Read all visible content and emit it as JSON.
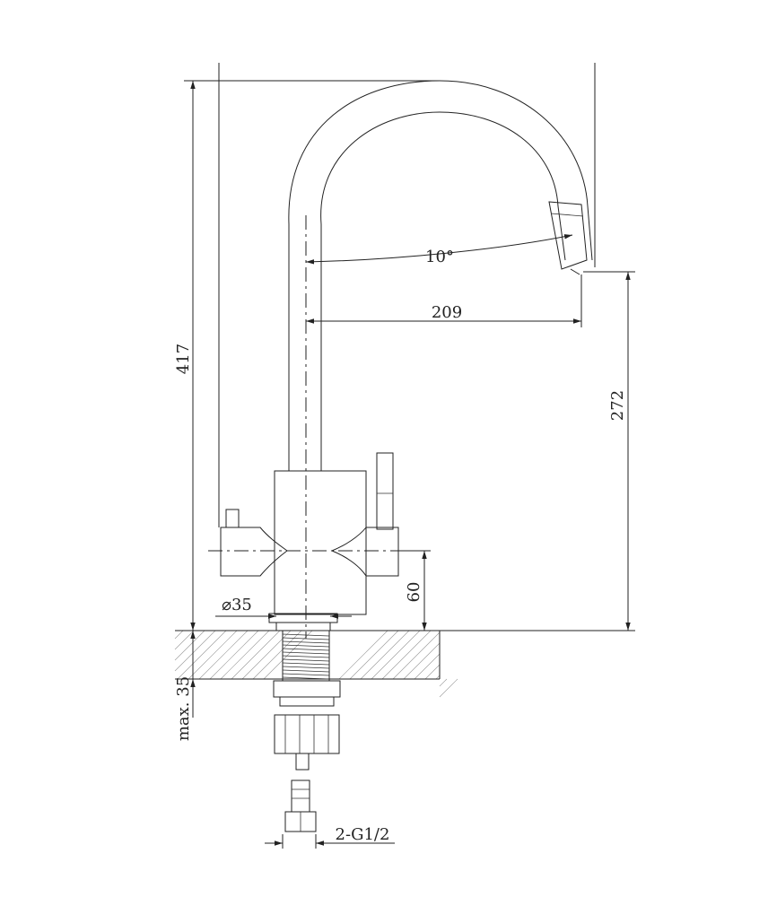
{
  "dimensions": {
    "total_height": "417",
    "spout_angle": "10°",
    "spout_reach": "209",
    "spout_clearance": "272",
    "lever_height": "60",
    "base_diameter": "⌀35",
    "max_countertop": "max. 35",
    "connection": "2-G1/2"
  },
  "colors": {
    "line": "#222222",
    "hatch": "#999999",
    "background": "#ffffff"
  }
}
